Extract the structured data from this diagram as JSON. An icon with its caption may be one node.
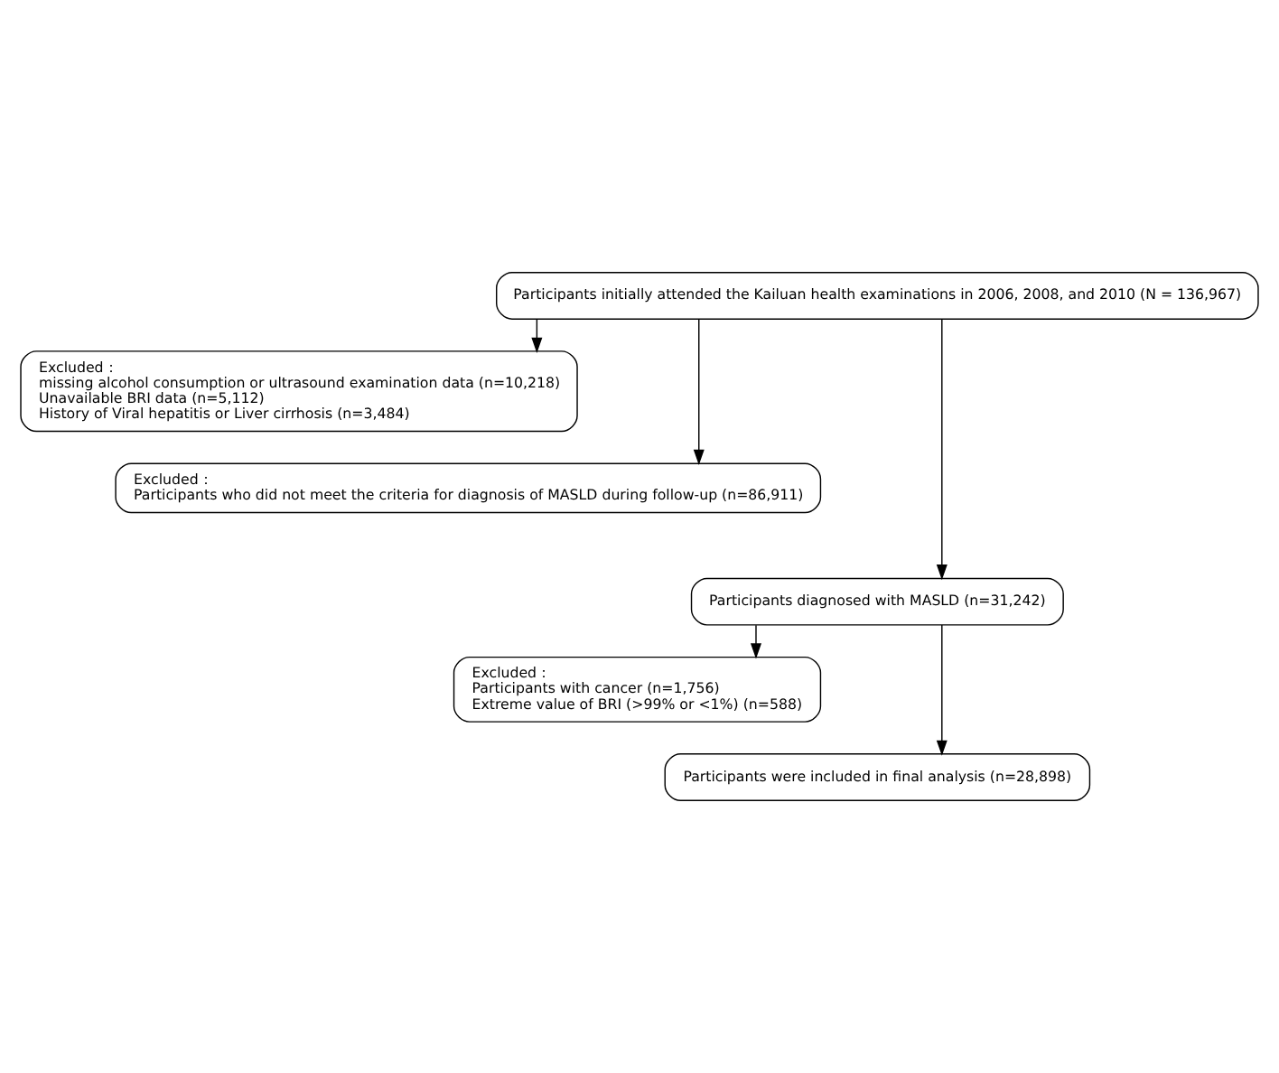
{
  "diagram": {
    "nodes": [
      {
        "text": [
          "Participants initially attended the Kailuan health examinations in 2006, 2008, and 2010 (N = 136,967)"
        ]
      },
      {
        "text": [
          "Excluded：",
          "missing alcohol consumption or ultrasound examination data (n=10,218)",
          "Unavailable BRI data (n=5,112)",
          "History of Viral hepatitis or Liver cirrhosis (n=3,484)"
        ]
      },
      {
        "text": [
          "Excluded：",
          "Participants who did not meet the criteria for diagnosis of MASLD during follow-up (n=86,911)"
        ]
      },
      {
        "text": [
          "Participants diagnosed with MASLD (n=31,242)"
        ]
      },
      {
        "text": [
          "Excluded：",
          "Participants with cancer (n=1,756)",
          "Extreme value of BRI (>99% or <1%) (n=588)"
        ]
      },
      {
        "text": [
          "Participants were included in final analysis (n=28,898)"
        ]
      }
    ],
    "edges": [
      {
        "from": 0,
        "to": 1,
        "arrow": "to"
      },
      {
        "from": 0,
        "to": 2,
        "arrow": "to"
      },
      {
        "from": 0,
        "to": 3,
        "arrow": "to"
      },
      {
        "from": 3,
        "to": 4,
        "arrow": "to"
      },
      {
        "from": 3,
        "to": 5,
        "arrow": "to"
      }
    ]
  }
}
